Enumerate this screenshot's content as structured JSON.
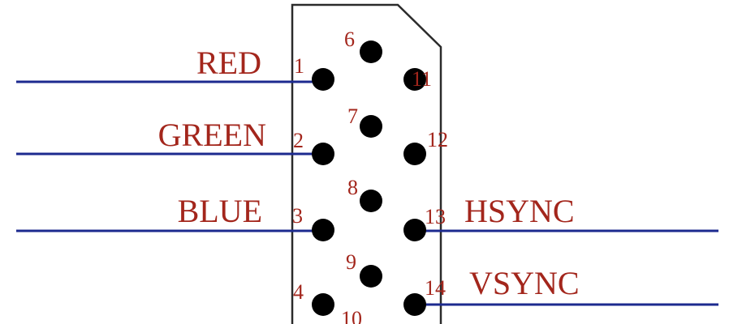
{
  "colors": {
    "wire": "#1c2a8f",
    "text": "#a3261c",
    "outline": "#2b2b2b",
    "pin": "#000000"
  },
  "connector": {
    "pins": [
      {
        "id": "1",
        "label": "1"
      },
      {
        "id": "2",
        "label": "2"
      },
      {
        "id": "3",
        "label": "3"
      },
      {
        "id": "4",
        "label": "4"
      },
      {
        "id": "6",
        "label": "6"
      },
      {
        "id": "7",
        "label": "7"
      },
      {
        "id": "8",
        "label": "8"
      },
      {
        "id": "9",
        "label": "9"
      },
      {
        "id": "10",
        "label": "10"
      },
      {
        "id": "11",
        "label": "11"
      },
      {
        "id": "12",
        "label": "12"
      },
      {
        "id": "13",
        "label": "13"
      },
      {
        "id": "14",
        "label": "14"
      }
    ]
  },
  "nets": [
    {
      "id": "red",
      "name": "RED",
      "pin": "1"
    },
    {
      "id": "green",
      "name": "GREEN",
      "pin": "2"
    },
    {
      "id": "blue",
      "name": "BLUE",
      "pin": "3"
    },
    {
      "id": "hsync",
      "name": "HSYNC",
      "pin": "13"
    },
    {
      "id": "vsync",
      "name": "VSYNC",
      "pin": "14"
    }
  ]
}
